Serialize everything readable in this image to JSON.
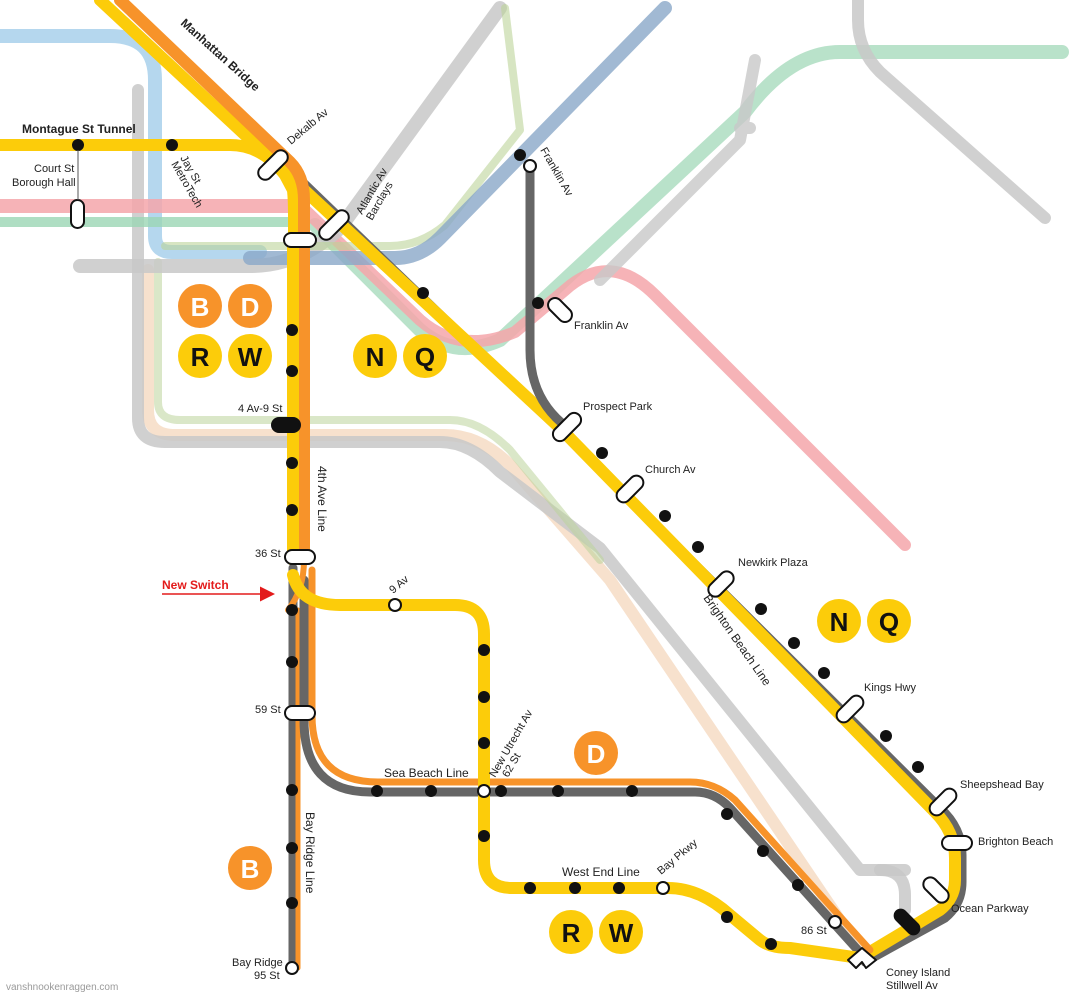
{
  "colors": {
    "yellow": "#FCCC0A",
    "orange": "#F7932A",
    "gray": "#666666",
    "ghost_blue": "#9ccae8",
    "ghost_green": "#9bd6b4",
    "ghost_pink": "#f4a6aa",
    "ghost_gray": "#c8c8c8",
    "ghost_olive": "#bcd49a",
    "ghost_peach": "#f6dcc4",
    "ghost_steel": "#8aa8c8"
  },
  "line_labels": {
    "manhattan_bridge": "Manhattan Bridge",
    "montague_tunnel": "Montague St Tunnel",
    "fourth_ave": "4th Ave Line",
    "sea_beach": "Sea Beach Line",
    "west_end": "West End Line",
    "brighton": "Brighton Beach Line",
    "bay_ridge": "Bay Ridge Line"
  },
  "stations": {
    "dekalb": "Dekalb Av",
    "jay_st_1": "Jay St",
    "jay_st_2": "MetroTech",
    "court_st_1": "Court St",
    "court_st_2": "Borough Hall",
    "atlantic_1": "Atlantic Av",
    "atlantic_2": "Barclays",
    "franklin_av_top": "Franklin Av",
    "franklin_av": "Franklin Av",
    "prospect_park": "Prospect Park",
    "church_av": "Church Av",
    "newkirk": "Newkirk Plaza",
    "kings_hwy": "Kings Hwy",
    "sheepshead": "Sheepshead Bay",
    "brighton_beach": "Brighton Beach",
    "ocean_pkwy": "Ocean Parkway",
    "coney_1": "Coney Island",
    "coney_2": "Stillwell Av",
    "four_av": "4 Av-9 St",
    "st36": "36 St",
    "nine_av": "9 Av",
    "st59": "59 St",
    "new_utrecht_1": "New Utrecht Av",
    "new_utrecht_2": "62 St",
    "bay_pkwy": "Bay Pkwy",
    "st86": "86 St",
    "bay_ridge_1": "Bay Ridge",
    "bay_ridge_2": "95 St"
  },
  "annotation": {
    "new_switch": "New Switch"
  },
  "bullets": {
    "bd": [
      "B",
      "D"
    ],
    "rw_top": [
      "R",
      "W"
    ],
    "nq_top": [
      "N",
      "Q"
    ],
    "nq_right": [
      "N",
      "Q"
    ],
    "d_sea": "D",
    "rw_bottom": [
      "R",
      "W"
    ],
    "b_bottom": "B"
  },
  "credit": "vanshnookenraggen.com"
}
